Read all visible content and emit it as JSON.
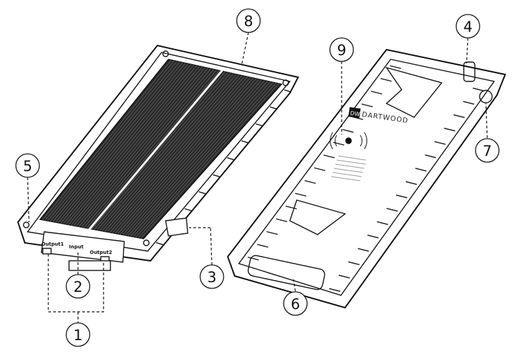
{
  "front": {
    "ports": [
      "Output1",
      "Input",
      "Output2"
    ]
  },
  "back": {
    "logo": "DW",
    "brand": "DARTWOOD"
  },
  "callouts": [
    "1",
    "2",
    "3",
    "4",
    "5",
    "6",
    "7",
    "8",
    "9"
  ],
  "colors": {
    "line": "#111111",
    "panel": "#2a2a2a",
    "background": "#ffffff"
  }
}
